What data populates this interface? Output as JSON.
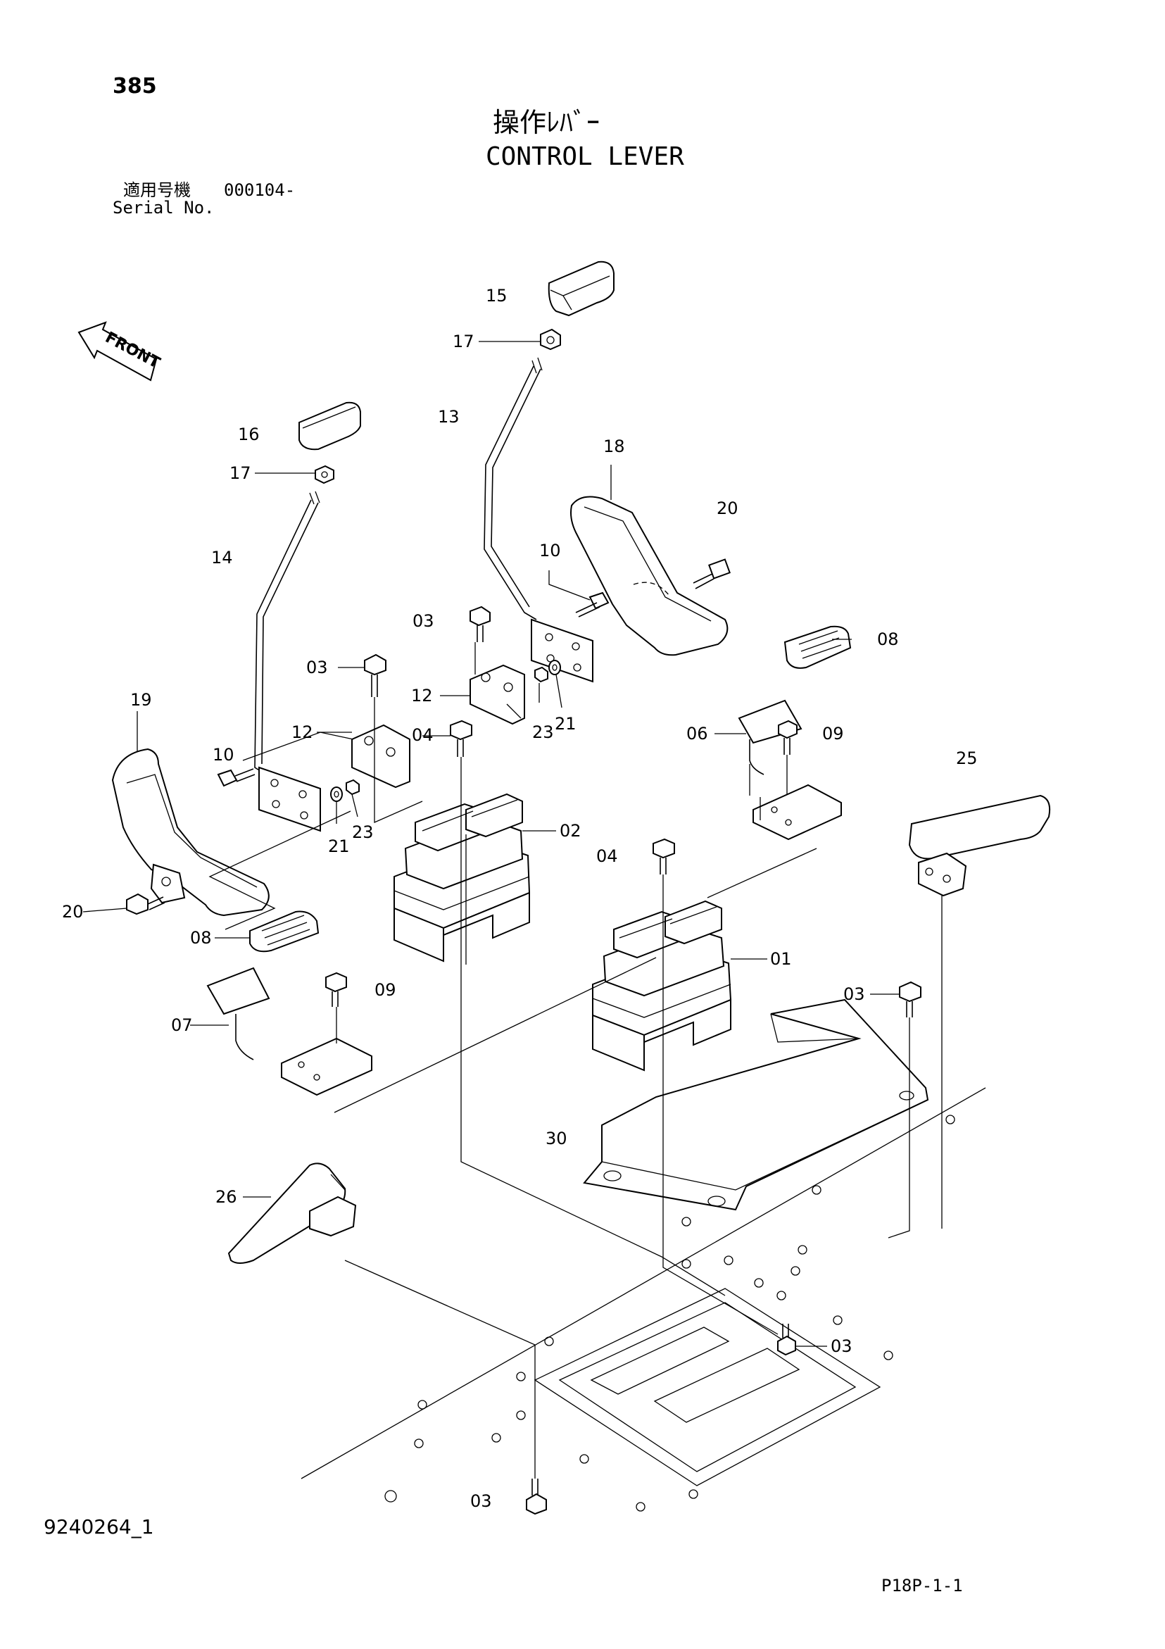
{
  "page_number": "385",
  "title_jp": "操作ﾚﾊﾞｰ",
  "title_en": "CONTROL LEVER",
  "serial": {
    "label_jp": "適用号機",
    "value": "000104-",
    "label_en": "Serial No."
  },
  "front_marker": "FRONT",
  "callouts": {
    "c15": "15",
    "c17a": "17",
    "c13": "13",
    "c16": "16",
    "c17b": "17",
    "c18": "18",
    "c20a": "20",
    "c14": "14",
    "c10a": "10",
    "c03a": "03",
    "c03b": "03",
    "c08a": "08",
    "c12a": "12",
    "c12b": "12",
    "c04a": "04",
    "c23a": "23",
    "c21a": "21",
    "c06": "06",
    "c09a": "09",
    "c19": "19",
    "c25": "25",
    "c10b": "10",
    "c02": "02",
    "c21b": "21",
    "c23b": "23",
    "c04b": "04",
    "c20b": "20",
    "c08b": "08",
    "c01": "01",
    "c09b": "09",
    "c03c": "03",
    "c07": "07",
    "c30": "30",
    "c26": "26",
    "c03d": "03",
    "c03e": "03"
  },
  "document_number": "9240264_1",
  "page_code": "P18P-1-1"
}
